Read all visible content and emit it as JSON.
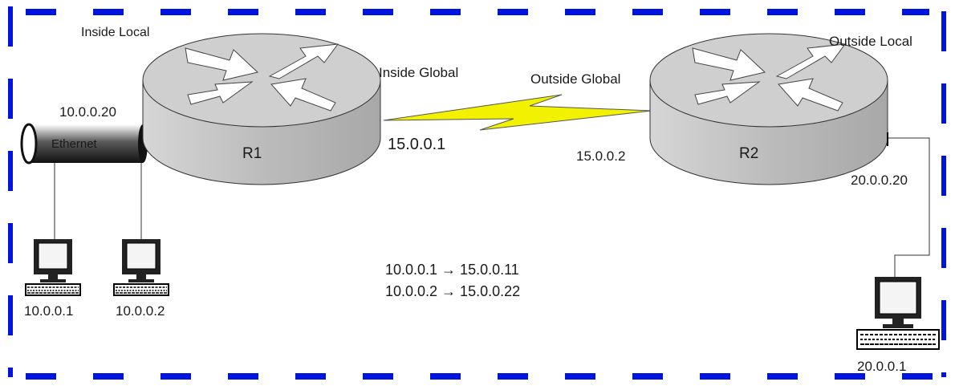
{
  "labels": {
    "inside_local": "Inside Local",
    "inside_global": "Inside Global",
    "outside_global": "Outside Global",
    "outside_local": "Outside Local"
  },
  "devices": {
    "r1": {
      "name": "R1",
      "inside_ip": "10.0.0.20",
      "serial_ip": "15.0.0.1"
    },
    "r2": {
      "name": "R2",
      "serial_ip": "15.0.0.2",
      "lan_ip": "20.0.0.20"
    },
    "ethernet_label": "Ethernet",
    "pc1_ip": "10.0.0.1",
    "pc2_ip": "10.0.0.2",
    "pc3_ip": "20.0.0.1"
  },
  "nat_table": [
    {
      "text": "10.0.0.1 → 15.0.0.11"
    },
    {
      "text": "10.0.0.2 → 15.0.0.22"
    }
  ],
  "colors": {
    "frame": "#0014e0",
    "router_fill": "#bdbdbd",
    "router_top": "#d0d0d0",
    "link": "#f2f200",
    "pc_screen": "#f4f4f4"
  }
}
